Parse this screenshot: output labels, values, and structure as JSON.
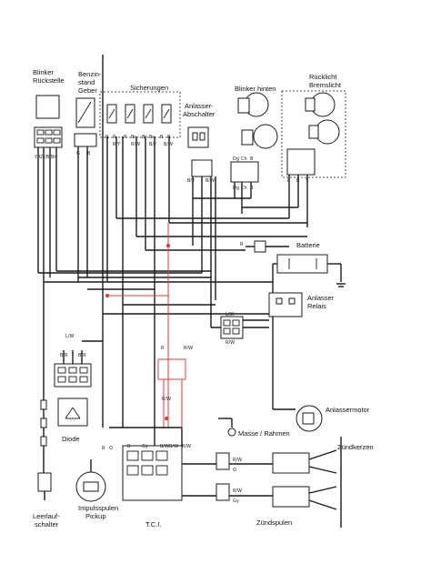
{
  "labels": {
    "blinker_rueckstell_1": "Blinker",
    "blinker_rueckstell_2": "Rückstelle",
    "benzin_1": "Benzin-",
    "benzin_2": "stand",
    "benzin_3": "Geber",
    "sicherungen": "Sicherungen",
    "anlasser_abschalter_1": "Anlasser-",
    "anlasser_abschalter_2": "Abschalter",
    "blinker_hinten": "Blinker hinten",
    "ruecklicht_1": "Rücklicht",
    "ruecklicht_2": "Bremslicht",
    "batterie": "Batterie",
    "anlasser_relais_1": "Anlasser",
    "anlasser_relais_2": "Relais",
    "anlassermotor": "Anlassermotor",
    "masse_rahmen": "Masse / Rahmen",
    "zuendkerzen": "Zündkerzen",
    "diode": "Diode",
    "leerlauf_1": "Leerlauf-",
    "leerlauf_2": "schalter",
    "impulsspulen_1": "Impulsspulen",
    "impulsspulen_2": "Pickup",
    "tci": "T.C.I.",
    "zuendspulen": "Zündspulen"
  },
  "wire_codes": {
    "blinker_bottom": [
      "Y/G",
      "Y/B",
      "Br"
    ],
    "benzin_bottom": [
      "G",
      "B"
    ],
    "fuse_top": [
      "R",
      "R",
      "R",
      "Br",
      "Br",
      "Br",
      "B",
      "B"
    ],
    "fuse_bottom": [
      "R/Y",
      "R/W",
      "B/Y",
      "B/W"
    ],
    "abschalter_bottom": [
      "B/Y",
      "B/W"
    ],
    "blinker_hinten_top": [
      "Dg",
      "Ch",
      "B"
    ],
    "blinker_hinten_bottom": [
      "Dg",
      "Ch",
      "B"
    ],
    "rueck_bottom": [
      "L",
      "B",
      "Y"
    ],
    "batterie_wire": "R",
    "relais_left": [
      "L/W",
      "R/W"
    ],
    "red_mid": [
      "R",
      "R/W"
    ],
    "red_low": "R/W",
    "diode_top": [
      "L/W",
      "B/R",
      "B/R"
    ],
    "tci_top": [
      "R",
      "O",
      "B",
      "Gy",
      "B/W",
      "B/W",
      "R/W"
    ],
    "coil_top": [
      "R/W",
      "O"
    ],
    "coil_bottom": [
      "R/W",
      "Gy"
    ]
  }
}
